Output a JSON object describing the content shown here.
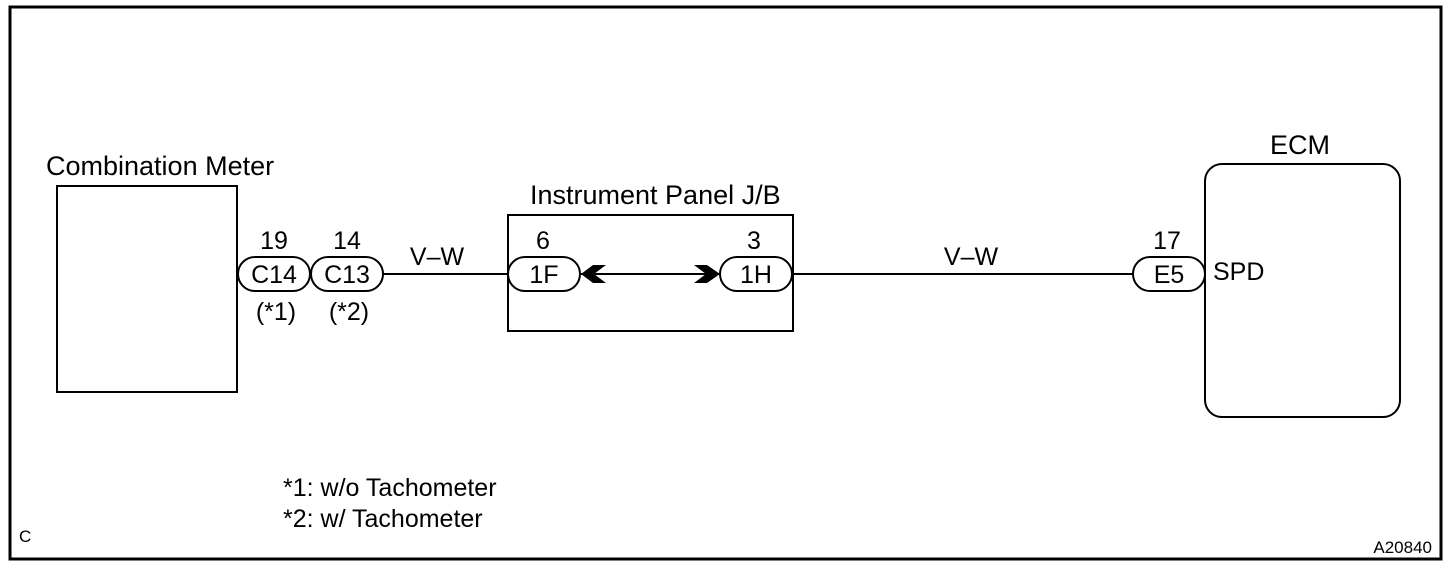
{
  "components": {
    "combination_meter": {
      "label": "Combination Meter"
    },
    "junction_block": {
      "label": "Instrument Panel J/B"
    },
    "ecm": {
      "label": "ECM",
      "terminal": "SPD"
    }
  },
  "connectors": {
    "c14": {
      "code": "C14",
      "pin": "19",
      "note": "(*1)"
    },
    "c13": {
      "code": "C13",
      "pin": "14",
      "note": "(*2)"
    },
    "jb_1f": {
      "code": "1F",
      "pin": "6"
    },
    "jb_1h": {
      "code": "1H",
      "pin": "3"
    },
    "e5": {
      "code": "E5",
      "pin": "17"
    }
  },
  "wires": {
    "left": {
      "color": "V–W"
    },
    "right": {
      "color": "V–W"
    }
  },
  "notes": {
    "note1": "*1: w/o Tachometer",
    "note2": "*2: w/ Tachometer"
  },
  "corner": {
    "left": "C",
    "right": "A20840"
  }
}
